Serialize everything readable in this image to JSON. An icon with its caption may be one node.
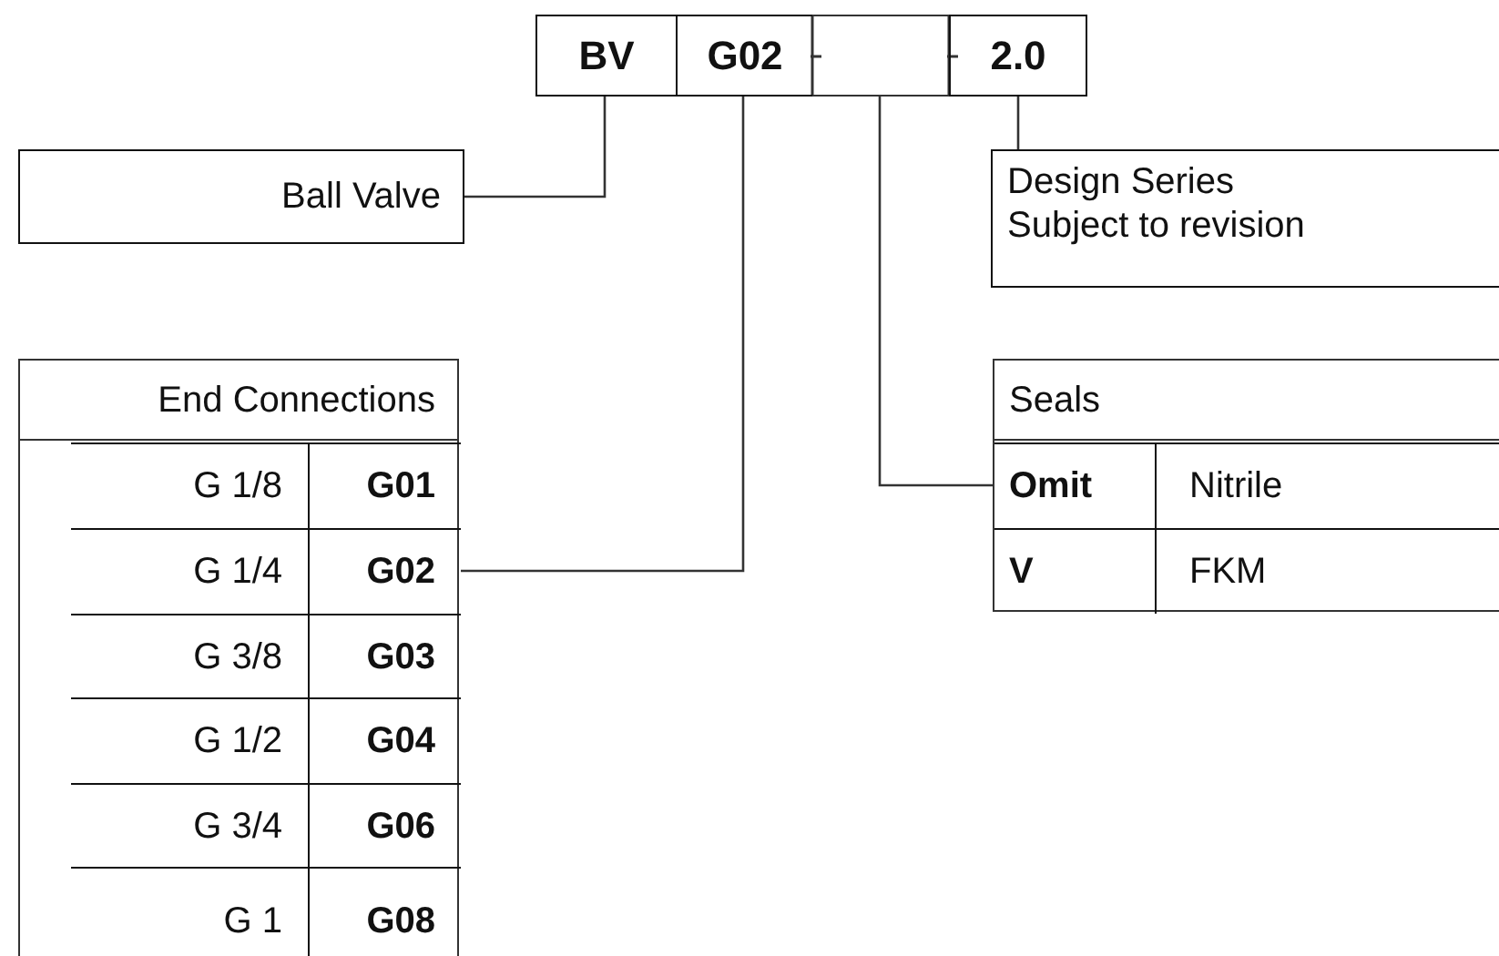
{
  "diagram": {
    "nodes": [
      {
        "text": [
          "BV"
        ]
      },
      {
        "text": [
          "G02"
        ]
      },
      {
        "text": [],
        "shape": "box"
      },
      {
        "text": [
          "2.0"
        ]
      },
      {
        "text": [
          "Ball Valve"
        ]
      },
      {
        "text": [
          "Design Series Subject to revision"
        ]
      },
      {
        "text": [
          "End Connections"
        ]
      },
      {
        "text": [
          "G 1/8"
        ],
        "in": 6
      },
      {
        "text": [
          "G01"
        ],
        "in": 6
      },
      {
        "text": [
          "G 1/4"
        ],
        "in": 6
      },
      {
        "text": [
          "G02"
        ],
        "in": 6
      },
      {
        "text": [
          "G 3/8"
        ],
        "in": 6
      },
      {
        "text": [
          "G03"
        ],
        "in": 6
      },
      {
        "text": [
          "G 1/2"
        ],
        "in": 6
      },
      {
        "text": [
          "G04"
        ],
        "in": 6
      },
      {
        "text": [
          "G 3/4"
        ],
        "in": 6
      },
      {
        "text": [
          "G06"
        ],
        "in": 6
      },
      {
        "text": [
          "G 1"
        ],
        "in": 6
      },
      {
        "text": [
          "G08"
        ],
        "in": 6
      },
      {
        "text": [
          "Seals"
        ]
      },
      {
        "text": [
          "Omit"
        ],
        "in": 19
      },
      {
        "text": [
          "Nitrile"
        ],
        "in": 19
      },
      {
        "text": [
          "V"
        ],
        "in": 19
      },
      {
        "text": [
          "FKM"
        ],
        "in": 19
      }
    ],
    "edges": [
      {
        "from": 0,
        "to": 4,
        "arrow": "none"
      },
      {
        "from": 1,
        "to": 10,
        "arrow": "none"
      },
      {
        "from": 2,
        "to": 20,
        "arrow": "none"
      },
      {
        "from": 3,
        "to": 5,
        "arrow": "none"
      }
    ]
  }
}
